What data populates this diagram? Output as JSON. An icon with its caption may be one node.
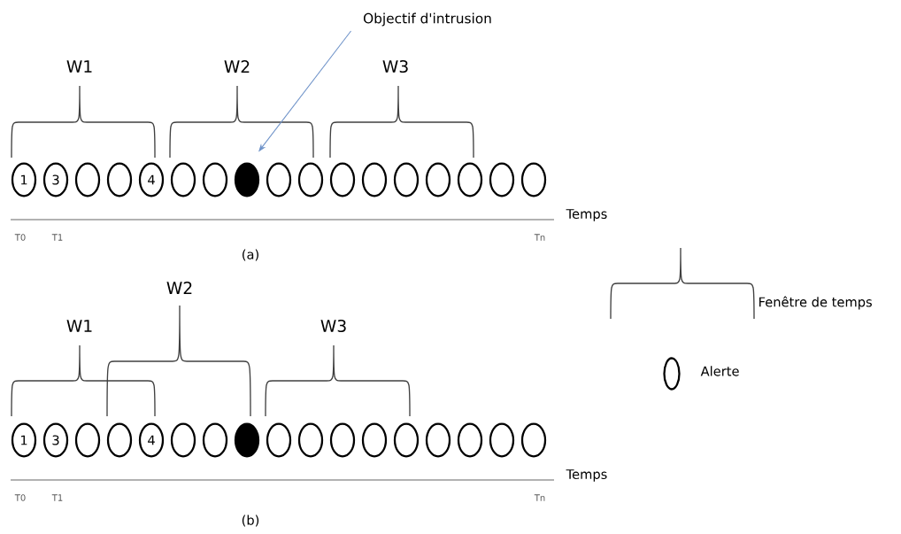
{
  "diagram": {
    "nodes": [
      {
        "text": [
          "Objectif d'intrusion"
        ]
      },
      {
        "text": [
          "1"
        ]
      },
      {
        "text": [
          "3"
        ]
      },
      {
        "text": [],
        "shape": "circle"
      },
      {
        "text": [],
        "shape": "circle"
      },
      {
        "text": [
          "4"
        ]
      },
      {
        "text": [],
        "shape": "circle"
      },
      {
        "text": [],
        "shape": "circle"
      },
      {
        "text": [],
        "shape": "dot"
      },
      {
        "text": [],
        "shape": "circle"
      },
      {
        "text": [],
        "shape": "circle"
      },
      {
        "text": [],
        "shape": "circle"
      },
      {
        "text": [],
        "shape": "circle"
      },
      {
        "text": [],
        "shape": "circle"
      },
      {
        "text": [],
        "shape": "circle"
      },
      {
        "text": [],
        "shape": "circle"
      },
      {
        "text": [],
        "shape": "circle"
      },
      {
        "text": [],
        "shape": "circle"
      },
      {
        "text": [
          "1"
        ]
      },
      {
        "text": [
          "3"
        ]
      },
      {
        "text": [],
        "shape": "circle"
      },
      {
        "text": [],
        "shape": "circle"
      },
      {
        "text": [
          "4"
        ]
      },
      {
        "text": [],
        "shape": "circle"
      },
      {
        "text": [],
        "shape": "circle"
      },
      {
        "text": [],
        "shape": "dot"
      },
      {
        "text": [],
        "shape": "circle"
      },
      {
        "text": [],
        "shape": "circle"
      },
      {
        "text": [],
        "shape": "circle"
      },
      {
        "text": [],
        "shape": "circle"
      },
      {
        "text": [],
        "shape": "circle"
      },
      {
        "text": [],
        "shape": "circle"
      },
      {
        "text": [],
        "shape": "circle"
      },
      {
        "text": [],
        "shape": "circle"
      },
      {
        "text": [],
        "shape": "circle"
      }
    ],
    "edges": [
      {
        "from": 0,
        "to": 8,
        "arrow": "to",
        "color": "#6f93c9"
      }
    ],
    "labels": [
      "W1",
      "W2",
      "W3",
      "Temps",
      "T0",
      "T1",
      "Tn",
      "(a)",
      "W2",
      "W1",
      "W3",
      "Temps",
      "T0",
      "T1",
      "Tn",
      "(b)"
    ],
    "legend": [
      {
        "text": "Fenêtre de temps"
      },
      {
        "text": "Alerte"
      }
    ]
  }
}
